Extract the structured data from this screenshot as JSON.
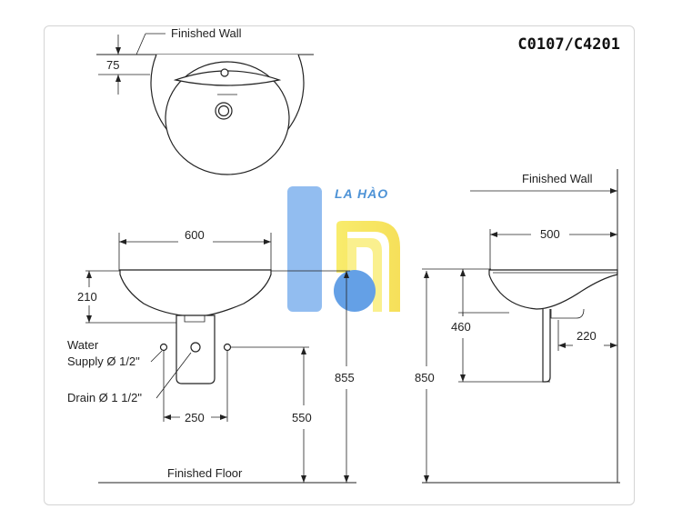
{
  "model_code": "C0107/C4201",
  "watermark": {
    "text": "LA HÀO",
    "colors": {
      "blue": "#4a90e2",
      "yellow": "#f5e23a"
    }
  },
  "labels": {
    "finished_wall_top": "Finished Wall",
    "finished_wall_side": "Finished Wall",
    "finished_floor": "Finished Floor",
    "water_supply": "Water",
    "water_supply_2": "Supply Ø 1/2\"",
    "drain": "Drain Ø 1 1/2\""
  },
  "dimensions": {
    "top_offset": "75",
    "front_width": "600",
    "basin_height": "210",
    "drain_spacing": "250",
    "supply_height": "550",
    "rim_height_front": "855",
    "side_depth": "500",
    "side_pedestal_height": "460",
    "side_trap_offset": "220",
    "rim_height_side": "850"
  }
}
